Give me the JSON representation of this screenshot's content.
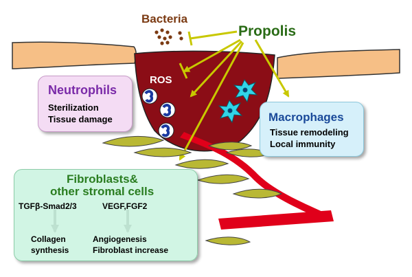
{
  "labels": {
    "bacteria": "Bacteria",
    "propolis": "Propolis",
    "ros": "ROS"
  },
  "neutrophils": {
    "title": "Neutrophils",
    "line1": "Sterilization",
    "line2": "Tissue damage"
  },
  "macrophages": {
    "title": "Macrophages",
    "line1": "Tissue remodeling",
    "line2": "Local immunity"
  },
  "fibroblasts": {
    "title_line1": "Fibroblasts&",
    "title_line2": "other stromal cells",
    "pathway_left": "TGFβ-Smad2/3",
    "pathway_right": "VEGF,FGF2",
    "outcome_left_1": "Collagen",
    "outcome_left_2": "synthesis",
    "outcome_right_1": "Angiogenesis",
    "outcome_right_2": "Fibroblast increase"
  },
  "colors": {
    "bacteria_text": "#7b3a12",
    "propolis_text": "#2a6b16",
    "propolis_arrow": "#c8c800",
    "wound": "#8b0d16",
    "skin": "#f6bf86",
    "neutrophils_title": "#7a2aa8",
    "neutrophils_box": "#f4dcf4",
    "macrophages_title": "#1a4a9a",
    "macrophages_box": "#d6f0fa",
    "fibroblasts_title": "#2a7d20",
    "fibroblasts_box": "#cdf4e2",
    "fibroblast_cell": "#b9b834",
    "vessel": "#e0001a",
    "macrophage_cell": "#32d4e8"
  }
}
